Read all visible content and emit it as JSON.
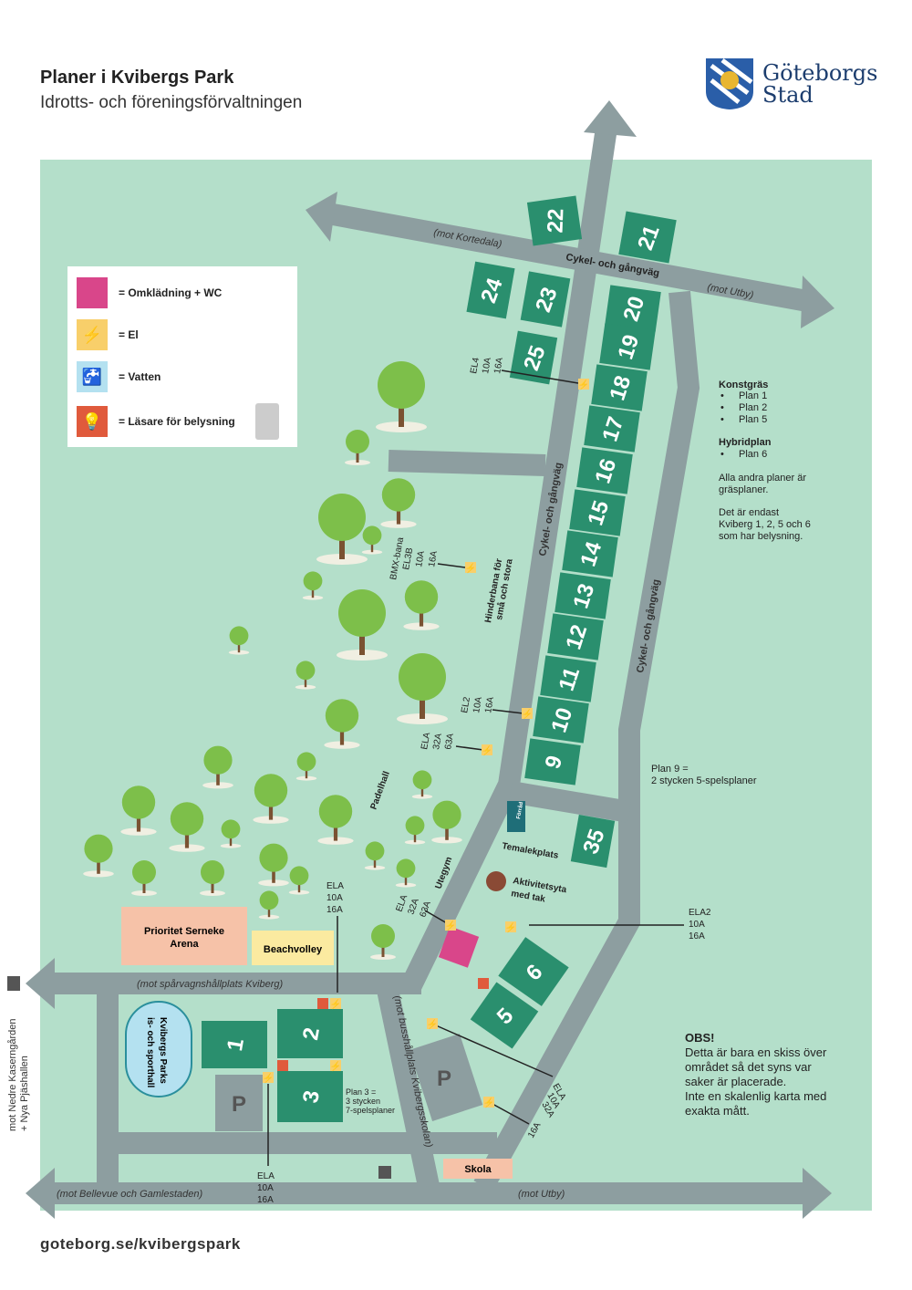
{
  "header": {
    "title": "Planer i Kvibergs Park",
    "subtitle": "Idrotts- och föreningsförvaltningen",
    "logo_line1": "Göteborgs",
    "logo_line2": "Stad"
  },
  "legend": [
    {
      "label": "= Omklädning + WC",
      "icon": "changing-room-swatch",
      "color": "#d9468a"
    },
    {
      "label": "= El",
      "icon": "lightning-icon",
      "color": "#f8cf6a"
    },
    {
      "label": "= Vatten",
      "icon": "water-tap-icon",
      "color": "#b4e1f0"
    },
    {
      "label": "= Läsare för belysning",
      "icon": "light-reader-icon",
      "color": "#e05a3c"
    }
  ],
  "fields": [
    "22",
    "21",
    "24",
    "23",
    "25",
    "20",
    "19",
    "18",
    "17",
    "16",
    "15",
    "14",
    "13",
    "12",
    "11",
    "10",
    "9",
    "35",
    "6",
    "5",
    "1",
    "2",
    "3"
  ],
  "roads": {
    "kortedala": "(mot Kortedala)",
    "cykel_top": "Cykel- och gångväg",
    "utby_top": "(mot Utby)",
    "cykel_mid": "Cykel- och gångväg",
    "cykel_right": "Cykel- och gångväg",
    "sparvagn": "(mot spårvagnshållplats Kviberg)",
    "buss": "(mot busshållplats Kvibergsskolan)",
    "bellevue": "(mot Bellevue och Gamlestaden)",
    "utby_bottom": "(mot Utby)",
    "side": "mot Nedre Kaserngården",
    "side2": "+ Nya Pjäshallen"
  },
  "info": {
    "konstgras": "Konstgräs",
    "konst_items": [
      "Plan 1",
      "Plan 2",
      "Plan 5"
    ],
    "hybrid": "Hybridplan",
    "hybrid_items": [
      "Plan 6"
    ],
    "other1": "Alla andra planer är",
    "other2": "gräsplaner.",
    "light1": "Det är endast",
    "light2": "Kviberg 1, 2, 5 och 6",
    "light3": "som har belysning.",
    "plan9_1": "Plan 9 =",
    "plan9_2": "2 stycken 5-spelsplaner",
    "plan3_1": "Plan 3 =",
    "plan3_2": "3 stycken",
    "plan3_3": "7-spelsplaner",
    "obs": "OBS!",
    "obs_lines": [
      "Detta är bara en skiss över",
      "området så det syns var",
      "saker är placerade.",
      "Inte en skalenlig karta med",
      "exakta mått."
    ]
  },
  "places": {
    "bmx": [
      "BMX-bana",
      "EL3B",
      "10A",
      "16A"
    ],
    "hinder": [
      "Hinderbana för",
      "små och stora"
    ],
    "padel": "Padelhall",
    "utegym": "Utegym",
    "temalek": "Temalekplats",
    "aktivitet1": "Aktivitetsyta",
    "aktivitet2": "med tak",
    "serneke1": "Prioritet Serneke",
    "serneke2": "Arena",
    "beach": "Beachvolley",
    "hall1": "Kvibergs Parks",
    "hall2": "is- och sporthall",
    "skola": "Skola",
    "forrad": "Förråd"
  },
  "power": {
    "el4": [
      "EL4",
      "10A",
      "16A"
    ],
    "el2": [
      "EL2",
      "10A",
      "16A"
    ],
    "ela1": [
      "ELA",
      "32A",
      "63A"
    ],
    "ela_top": [
      "ELA",
      "10A",
      "16A"
    ],
    "ela_u": [
      "ELA",
      "32A",
      "63A"
    ],
    "ela2": [
      "ELA2",
      "10A",
      "16A"
    ],
    "ela_bottom": [
      "ELA",
      "10A",
      "16A"
    ],
    "el4b": [
      "ELA",
      "10A",
      "32A"
    ],
    "el16": "16A"
  },
  "footer": {
    "url": "goteborg.se/kvibergspark"
  }
}
